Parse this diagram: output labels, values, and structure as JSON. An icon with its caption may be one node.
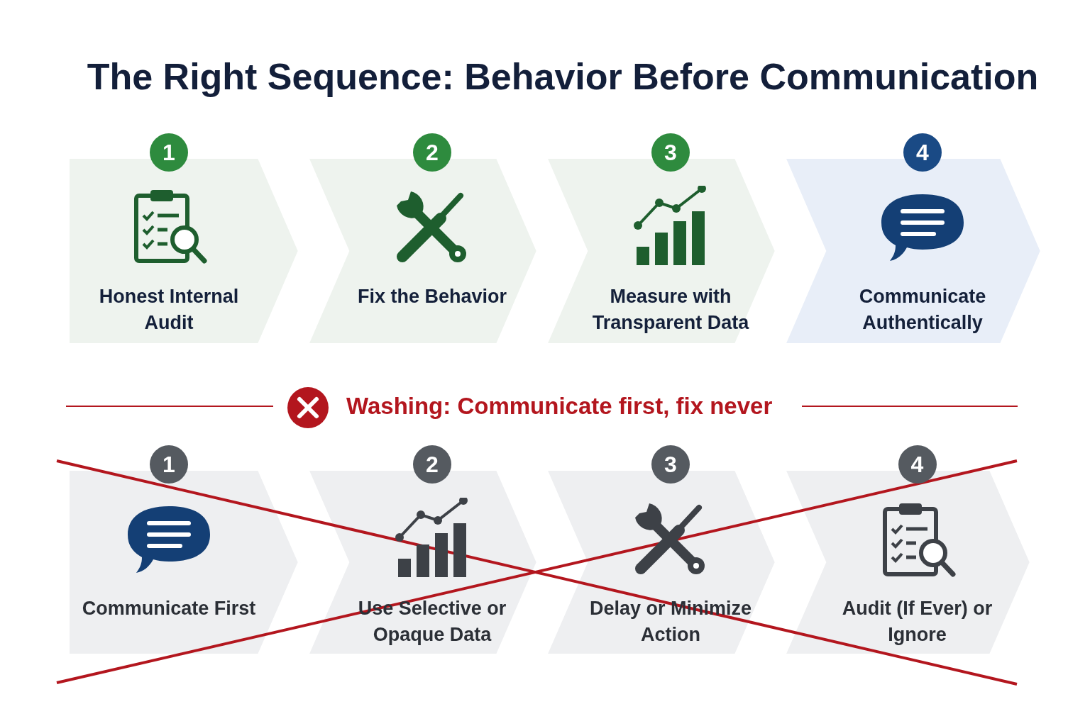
{
  "diagram": {
    "title": "The Right Sequence: Behavior Before Communication",
    "nodes": [
      {
        "text": [
          "1",
          "Honest Internal Audit"
        ]
      },
      {
        "text": [
          "2",
          "Fix the Behavior"
        ]
      },
      {
        "text": [
          "3",
          "Measure with Transparent Data"
        ]
      },
      {
        "text": [
          "4",
          "Communicate Authentically"
        ]
      },
      {
        "text": [
          "1",
          "Communicate First"
        ]
      },
      {
        "text": [
          "2",
          "Use Selective or Opaque Data"
        ]
      },
      {
        "text": [
          "3",
          "Delay or Minimize Action"
        ]
      },
      {
        "text": [
          "4",
          "Audit (If Ever) or Ignore"
        ]
      }
    ],
    "labels": [
      "Washing: Communicate first, fix never"
    ]
  }
}
